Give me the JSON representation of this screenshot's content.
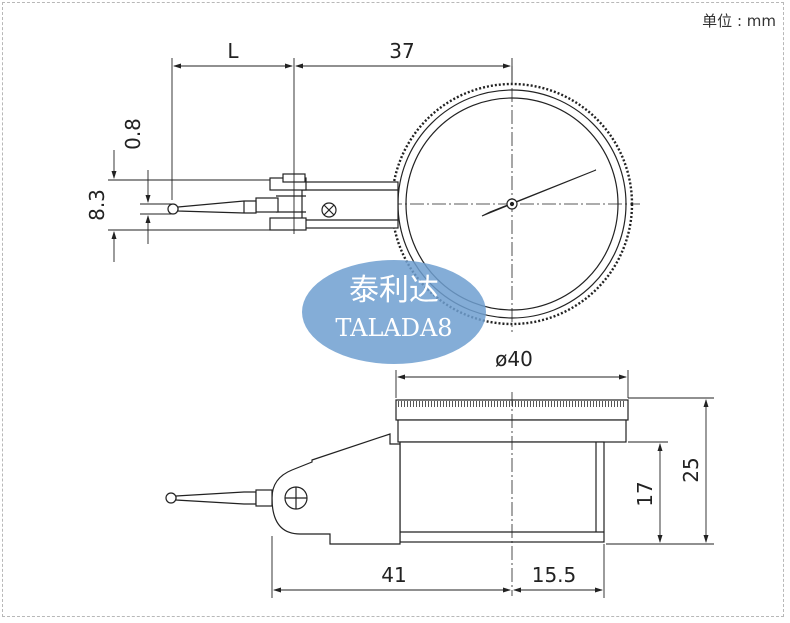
{
  "unit_label": "单位 : mm",
  "dimensions": {
    "L": "L",
    "d37": "37",
    "d0_8": "0.8",
    "d8_3": "8.3",
    "d40": "ø40",
    "d25": "25",
    "d17": "17",
    "d41": "41",
    "d15_5": "15.5"
  },
  "watermark": {
    "chinese": "泰利达",
    "latin": "TALADA8",
    "color": "#6f9fd0"
  }
}
